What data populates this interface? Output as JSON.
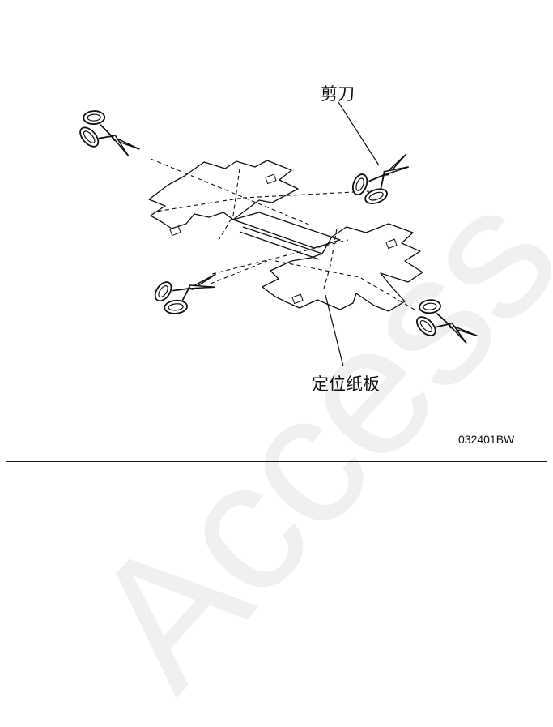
{
  "labels": {
    "scissors": "剪刀",
    "template": "定位纸板"
  },
  "figure_code": "032401BW",
  "watermark": "Access",
  "colors": {
    "line": "#111111",
    "background": "#ffffff",
    "watermark": "#f0f0f0"
  },
  "icons": [
    "scissors-icon"
  ]
}
